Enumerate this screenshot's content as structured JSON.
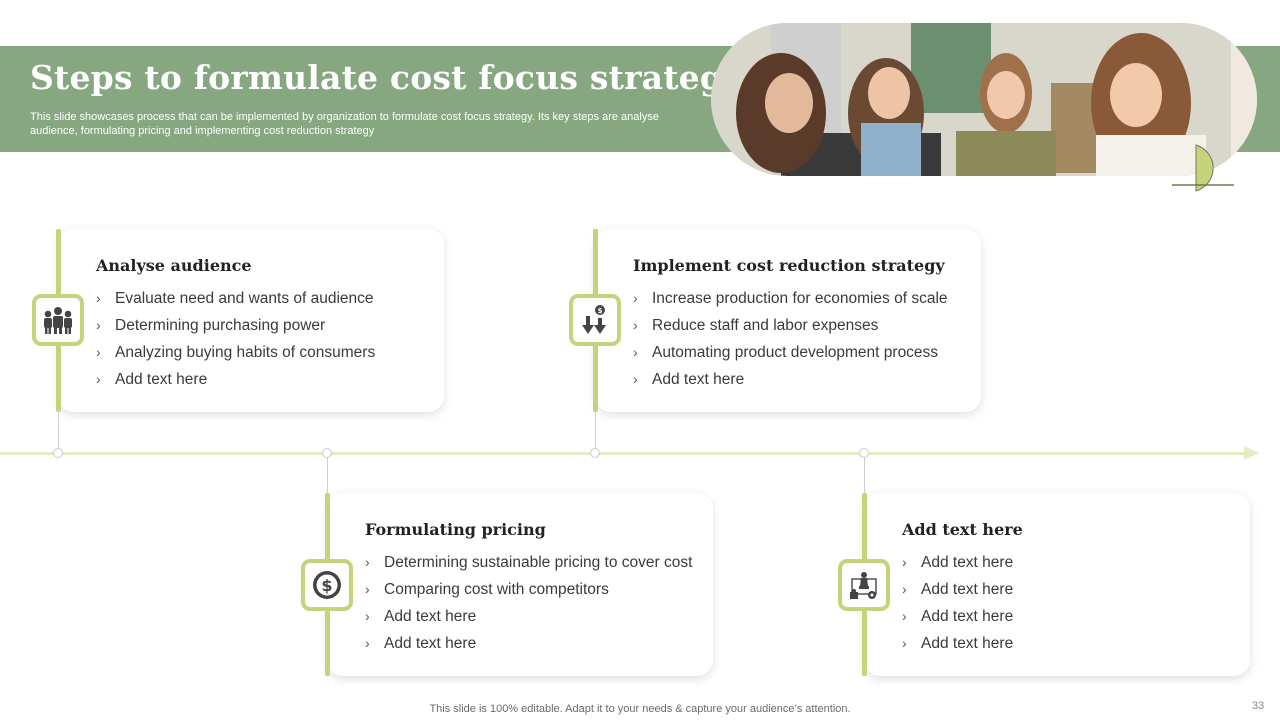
{
  "header": {
    "title": "Steps to formulate cost focus strategy",
    "subtitle": "This slide showcases process that can be implemented by organization to formulate cost focus strategy. Its key steps are analyse audience, formulating pricing and implementing cost reduction strategy"
  },
  "colors": {
    "accent": "#c7d27c",
    "banner": "#86a780",
    "timeline": "#e6ebc6"
  },
  "steps": [
    {
      "title": "Analyse audience",
      "icon": "people-group-icon",
      "items": [
        "Evaluate need and wants of audience",
        "Determining purchasing power",
        "Analyzing buying habits of consumers",
        "Add text here"
      ]
    },
    {
      "title": "Formulating pricing",
      "icon": "dollar-coin-icon",
      "items": [
        "Determining sustainable pricing to cover cost",
        "Comparing cost with competitors",
        "Add text here",
        "Add text here"
      ]
    },
    {
      "title": "Implement cost reduction strategy",
      "icon": "cost-down-arrows-icon",
      "items": [
        "Increase production for economies of scale",
        "Reduce staff and labor expenses",
        "Automating product development process",
        "Add text here"
      ]
    },
    {
      "title": "Add text here",
      "icon": "strategy-chess-icon",
      "items": [
        "Add text here",
        "Add text here",
        "Add text here",
        "Add text here"
      ]
    }
  ],
  "footer": {
    "text": "This slide is 100% editable. Adapt it to your needs & capture your audience’s attention.",
    "page_number": "33"
  }
}
